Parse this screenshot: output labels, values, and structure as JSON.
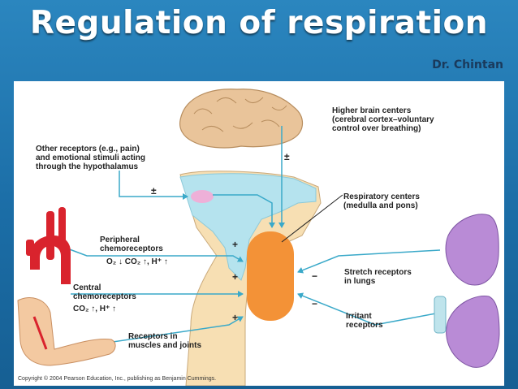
{
  "slide": {
    "title": "Regulation of respiration",
    "author": "Dr. Chintan",
    "colors": {
      "background": "#1f6fa6",
      "title": "#ffffff",
      "author": "#1a3a5c",
      "arrow": "#3aa9c9",
      "centers": "#f39237",
      "brain": "#e9c49a",
      "lungs": "#b98bd6",
      "vessels": "#d9232d"
    }
  },
  "diagram": {
    "labels": {
      "higher_brain": "Higher brain centers\n(cerebral cortex–voluntary\ncontrol over breathing)",
      "other_receptors": "Other receptors (e.g., pain)\nand emotional stimuli acting\nthrough the hypothalamus",
      "respiratory_centers": "Respiratory centers\n(medulla and pons)",
      "peripheral": "Peripheral\nchemoreceptors",
      "peripheral_stim": "O₂ ↓  CO₂ ↑, H⁺ ↑",
      "central": "Central\nchemoreceptors",
      "central_stim": "CO₂ ↑, H⁺ ↑",
      "stretch": "Stretch receptors\nin lungs",
      "irritant": "Irritant\nreceptors",
      "muscles": "Receptors in\nmuscles and joints"
    },
    "signs": {
      "higher_brain": "±",
      "hypothalamus": "±",
      "peripheral": "+",
      "central": "+",
      "muscles": "+",
      "stretch": "−",
      "irritant": "−"
    },
    "copyright": "Copyright © 2004 Pearson Education, Inc., publishing as Benjamin Cummings."
  }
}
